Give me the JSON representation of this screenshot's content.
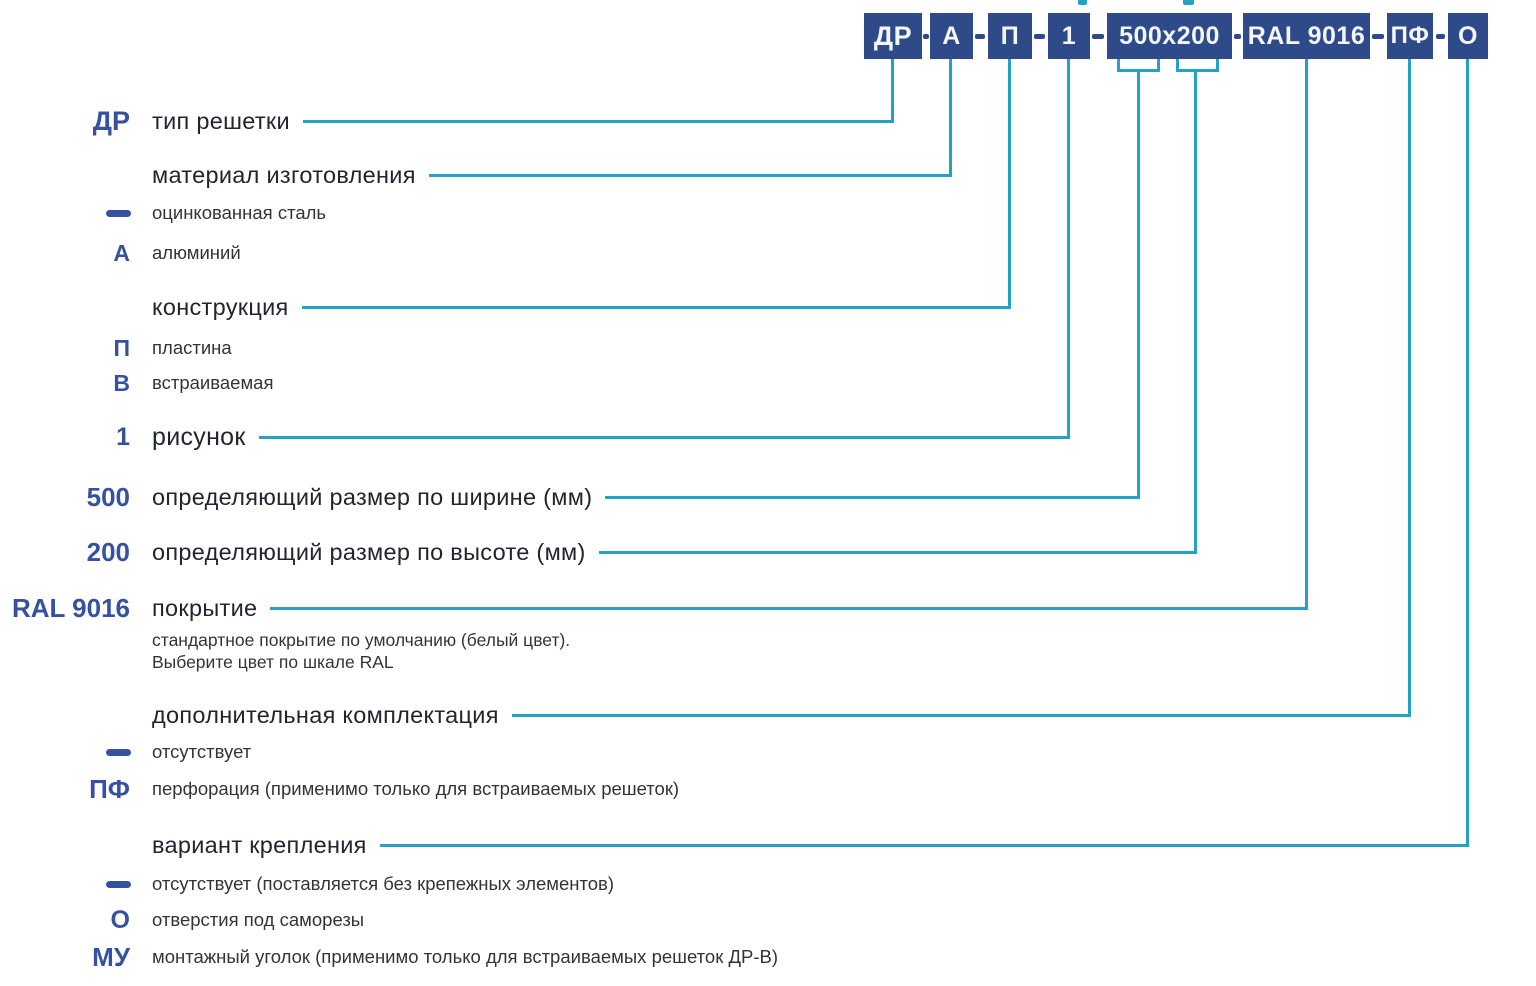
{
  "colors": {
    "box_navy": "#2e4a88",
    "code_blue": "#35519f",
    "connector_cyan": "#24a2c6",
    "heading_text": "#222530",
    "body_text": "#33343b",
    "background": "#ffffff"
  },
  "code_example": {
    "separator": "-",
    "boxes": [
      {
        "label": "ДР"
      },
      {
        "label": "А"
      },
      {
        "label": "П"
      },
      {
        "label": "1"
      },
      {
        "label": "500x200"
      },
      {
        "label": "RAL 9016"
      },
      {
        "label": "ПФ"
      },
      {
        "label": "О"
      }
    ]
  },
  "legend": {
    "grille_type": {
      "code": "ДР",
      "label": "тип решетки"
    },
    "material": {
      "heading": "материал изготовления",
      "options": [
        {
          "code": "",
          "icon": "dash",
          "label": "оцинкованная сталь"
        },
        {
          "code": "А",
          "label": "алюминий"
        }
      ]
    },
    "construction": {
      "heading": "конструкция",
      "options": [
        {
          "code": "П",
          "label": "пластина"
        },
        {
          "code": "В",
          "label": "встраиваемая"
        }
      ]
    },
    "pattern": {
      "code": "1",
      "label": "рисунок"
    },
    "width": {
      "code": "500",
      "label": "определяющий размер по ширине (мм)"
    },
    "height": {
      "code": "200",
      "label": "определяющий размер по высоте (мм)"
    },
    "coating": {
      "code": "RAL 9016",
      "label": "покрытие",
      "note_line_1": "стандартное покрытие по умолчанию (белый цвет).",
      "note_line_2": "Выберите цвет по шкале RAL"
    },
    "extra_equipment": {
      "heading": "дополнительная комплектация",
      "options": [
        {
          "code": "",
          "icon": "dash",
          "label": "отсутствует"
        },
        {
          "code": "ПФ",
          "label": "перфорация (применимо только для встраиваемых решеток)"
        }
      ]
    },
    "mounting": {
      "heading": "вариант крепления",
      "options": [
        {
          "code": "",
          "icon": "dash",
          "label": "отсутствует (поставляется без крепежных элементов)"
        },
        {
          "code": "О",
          "label": "отверстия под саморезы"
        },
        {
          "code": "МУ",
          "label": "монтажный уголок (применимо только для встраиваемых решеток ДР-В)"
        }
      ]
    }
  }
}
